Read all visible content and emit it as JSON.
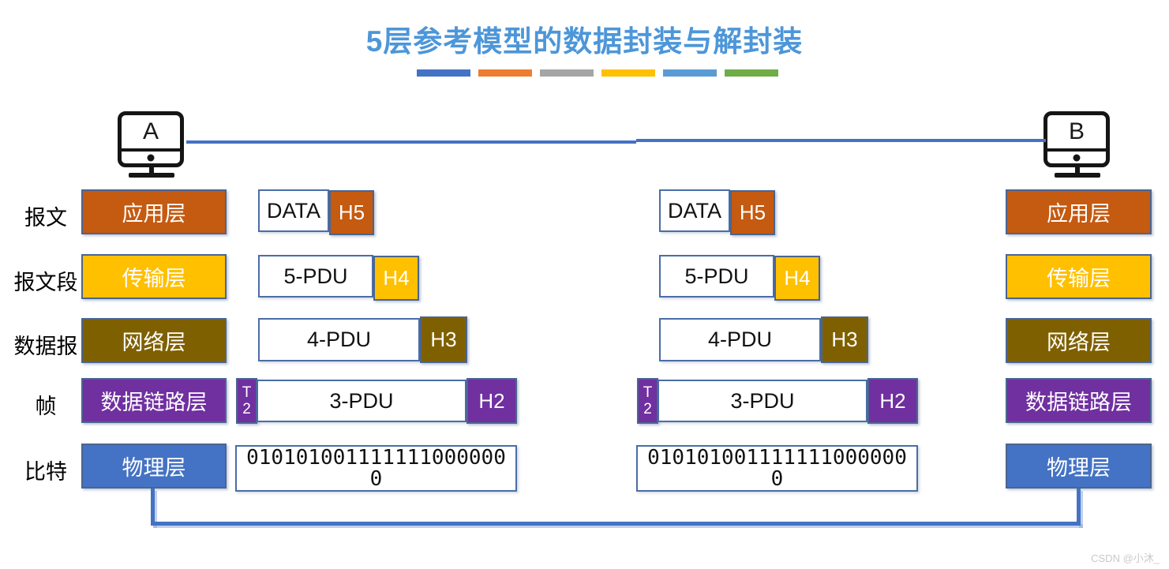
{
  "title": {
    "text": "5层参考模型的数据封装与解封装",
    "color": "#4D96D9",
    "underline_colors": [
      "#4472C4",
      "#ED7D31",
      "#A5A5A5",
      "#FFC000",
      "#5B9BD5",
      "#70AD47"
    ]
  },
  "hosts": {
    "left": {
      "label": "A"
    },
    "right": {
      "label": "B"
    }
  },
  "link_color": "#4472C4",
  "layers": [
    {
      "pdu_type": "报文",
      "layer_name": "应用层",
      "color": "#C55A11",
      "payload": "DATA",
      "header": "H5"
    },
    {
      "pdu_type": "报文段",
      "layer_name": "传输层",
      "color": "#FFC000",
      "payload": "5-PDU",
      "header": "H4"
    },
    {
      "pdu_type": "数据报",
      "layer_name": "网络层",
      "color": "#7F6000",
      "payload": "4-PDU",
      "header": "H3"
    },
    {
      "pdu_type": "帧",
      "layer_name": "数据链路层",
      "color": "#7030A0",
      "payload": "3-PDU",
      "header": "H2",
      "trailer": "T2"
    },
    {
      "pdu_type": "比特",
      "layer_name": "物理层",
      "color": "#4472C4",
      "bits": "0101010011111110000000"
    }
  ],
  "watermark": "CSDN @小沐_"
}
